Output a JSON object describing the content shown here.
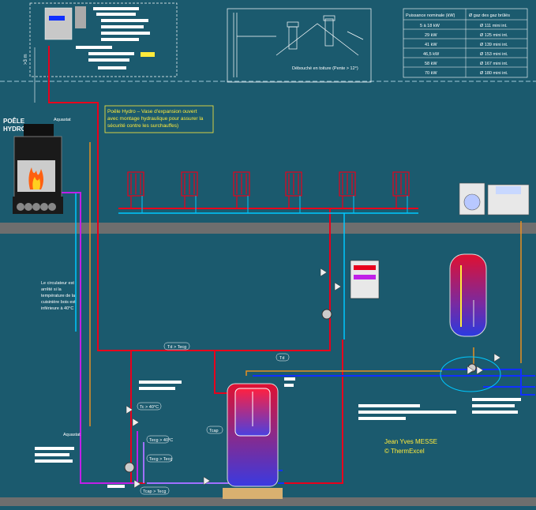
{
  "stove": {
    "title_line1": "POÊLE",
    "title_line2": "HYDRO"
  },
  "expansion_note": {
    "line1": "Poêle Hydro – Vase d'expansion ouvert",
    "line2": "avec montage hydraulique pour assurer la",
    "line3": "sécurité contre les surchauffes)"
  },
  "circulator_note": {
    "line1": "Le circulateur est",
    "line2": "arrêté si la",
    "line3": "température de la",
    "line4": "cuisinière bois est",
    "line5": "inférieure à 40°C"
  },
  "flue_caption": "Débouché en toiture (Pente > 12°)",
  "flue_table": {
    "headers": [
      "Puissance nominale (kW)",
      "Ø gaz des gaz brûlés"
    ],
    "rows": [
      [
        "5 à 18 kW",
        "Ø 111 mini int."
      ],
      [
        "29 kW",
        "Ø 125 mini int."
      ],
      [
        "41 kW",
        "Ø 139 mini int."
      ],
      [
        "46,5 kW",
        "Ø 153 mini int."
      ],
      [
        "58 kW",
        "Ø 167 mini int."
      ],
      [
        "70 kW",
        "Ø 180 mini int."
      ]
    ]
  },
  "tags": {
    "td_tecg_1": "Td > Tecg",
    "td": "Td",
    "tc40": "Tc > 40°C",
    "tecg40": "Tecg > 40°C",
    "tecg_tc": "Tecg > Tecg",
    "tcap_tecg": "Tcap > Tecg",
    "tcap": "Tcap",
    "aquastat_1": "Aquastat",
    "aquastat_2": "Aquastat"
  },
  "credits": {
    "author": "Jean Yves MESSE",
    "copyright": "© ThermExcel"
  },
  "colors": {
    "background": "#1b5a6e",
    "hot_pipe": "#e8001c",
    "cold_pipe": "#1030ff",
    "return_pipe": "#00c8ff",
    "stove_circuit": "#c020e8",
    "dhw_loop": "#e89020",
    "note_text": "#ffeb3b"
  }
}
